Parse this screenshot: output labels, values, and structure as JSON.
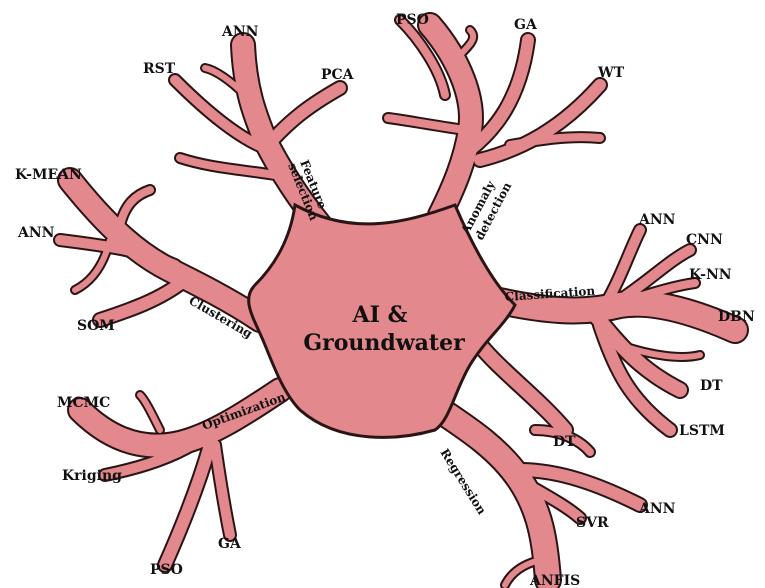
{
  "center": {
    "line1": "AI &",
    "line2": "Groundwater"
  },
  "categories": {
    "feature_selection": {
      "line1": "Feature",
      "line2": "selection"
    },
    "anomaly_detection": {
      "line1": "Anomaly",
      "line2": "detection"
    },
    "classification": "Classification",
    "regression": "Regression",
    "optimization": "Optimization",
    "clustering": "Clustering"
  },
  "methods": {
    "feature_selection": [
      "ANN",
      "RST",
      "PCA"
    ],
    "anomaly_detection": [
      "PSO",
      "GA",
      "WT"
    ],
    "classification": [
      "ANN",
      "CNN",
      "K-NN",
      "DBN",
      "DT",
      "LSTM"
    ],
    "regression": [
      "DT",
      "ANN",
      "SVR",
      "ANFIS"
    ],
    "optimization": [
      "MCMC",
      "Kriging",
      "PSO",
      "GA"
    ],
    "clustering": [
      "K-MEAN",
      "ANN",
      "SOM"
    ]
  },
  "colors": {
    "body_fill": "#e3888d",
    "outline": "#2a1515"
  }
}
